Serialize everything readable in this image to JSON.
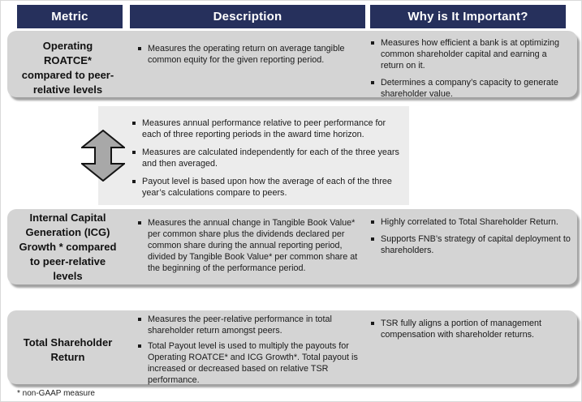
{
  "header": {
    "columns": [
      {
        "label": "Metric"
      },
      {
        "label": "Description"
      },
      {
        "label": "Why is It Important?"
      }
    ]
  },
  "rows": [
    {
      "metric": "Operating ROATCE* compared to peer-relative levels",
      "description": [
        "Measures the operating return on average tangible common equity for the given reporting period."
      ],
      "importance": [
        "Measures how efficient a bank is at optimizing common shareholder capital and earning a return on it.",
        "Determines a company’s capacity to generate shareholder value."
      ]
    },
    {
      "metric": "Internal Capital Generation (ICG) Growth * compared to peer-relative levels",
      "description": [
        "Measures the annual change in Tangible Book Value* per common share plus the dividends declared per common share during the annual reporting period, divided by Tangible Book Value* per common share at the beginning of the performance period."
      ],
      "importance": [
        "Highly correlated to Total Shareholder Return.",
        "Supports FNB’s strategy of capital deployment to shareholders."
      ]
    },
    {
      "metric": "Total Shareholder Return",
      "description": [
        "Measures the peer-relative performance in total shareholder return amongst peers.",
        "Total Payout level is used to multiply the payouts for Operating ROATCE* and ICG Growth*. Total payout is increased or decreased based on relative TSR performance."
      ],
      "importance": [
        "TSR fully aligns a portion of management compensation with shareholder returns."
      ]
    }
  ],
  "interstitial": {
    "bullets": [
      "Measures annual performance relative to peer performance for each of three reporting periods in the award time horizon.",
      "Measures are calculated independently for each of the three years and then averaged.",
      "Payout level is based upon how the average of each of the three year’s calculations compare to peers."
    ]
  },
  "footnote": "* non-GAAP measure",
  "colors": {
    "header_bg": "#26305C",
    "row_bg": "#D4D4D4",
    "interstitial_bg": "#ECECEC",
    "arrow_fill": "#A8A8A8"
  }
}
